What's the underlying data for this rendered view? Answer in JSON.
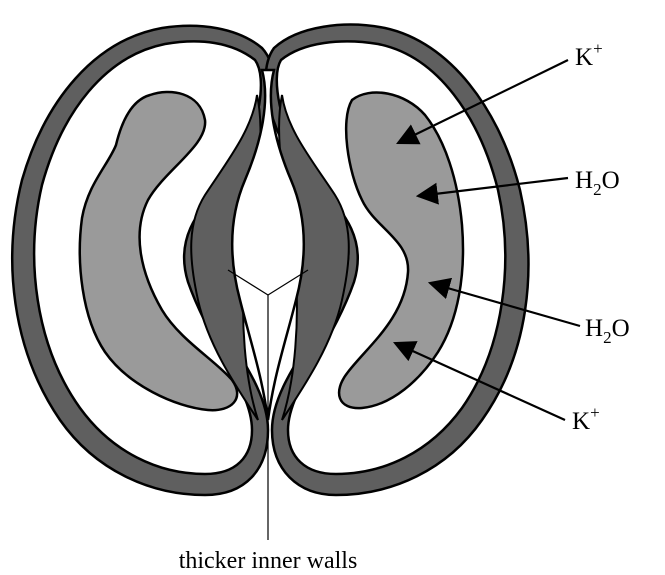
{
  "labels": {
    "k_top": {
      "base": "K",
      "sup": "+"
    },
    "h2o_upper": {
      "base": "H",
      "sub": "2",
      "tail": "O"
    },
    "h2o_lower": {
      "base": "H",
      "sub": "2",
      "tail": "O"
    },
    "k_bottom": {
      "base": "K",
      "sup": "+"
    },
    "caption": "thicker inner walls"
  },
  "colors": {
    "wall": "#5f5f5f",
    "cytoplasm": "#ffffff",
    "vacuole": "#9a9a9a",
    "outline": "#000000"
  }
}
